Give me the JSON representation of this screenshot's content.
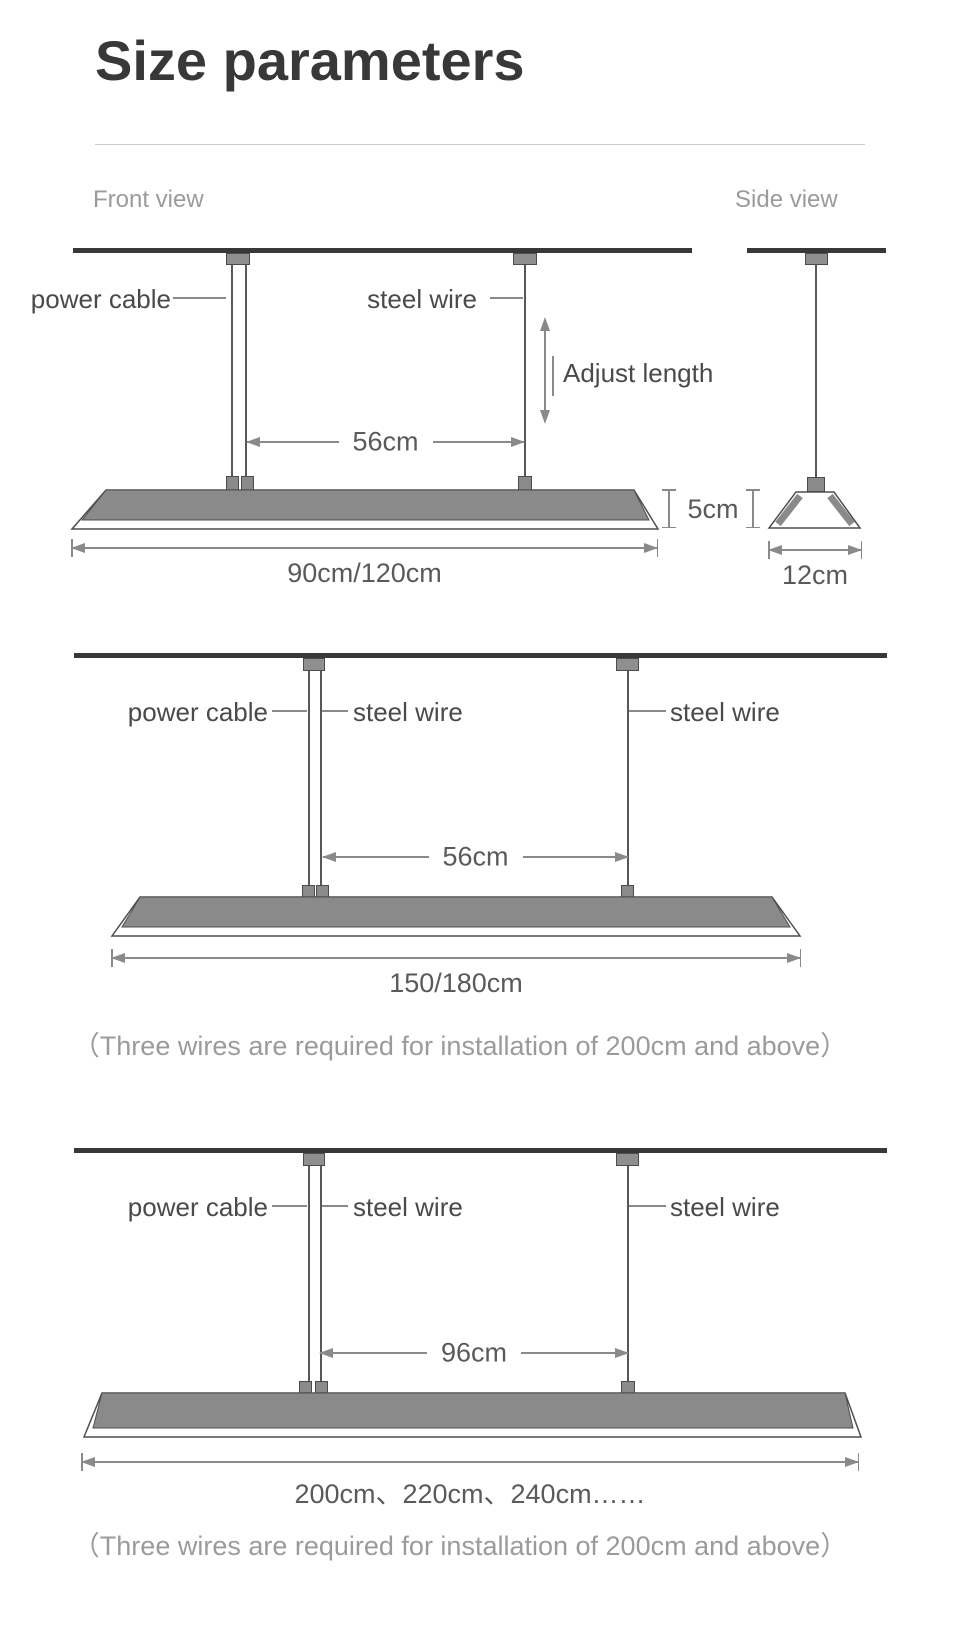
{
  "title": "Size parameters",
  "front_view_label": "Front view",
  "side_view_label": "Side view",
  "colors": {
    "ink": "#383838",
    "label_text": "#4a4a4a",
    "dim_text": "#5a5a5a",
    "muted_text": "#9b9b9b",
    "dim_line": "#8a8a8a",
    "lamp_fill": "#8a8a8a",
    "lamp_stroke": "#4f4f4f",
    "divider": "#cccccc"
  },
  "d1": {
    "power_cable": "power cable",
    "steel_wire": "steel wire",
    "adjust": "Adjust length",
    "gap": "56cm",
    "height": "5cm",
    "width": "90cm/120cm",
    "side_width": "12cm"
  },
  "d2": {
    "power_cable": "power cable",
    "steel_wire_left": "steel wire",
    "steel_wire_right": "steel wire",
    "gap": "56cm",
    "width": "150/180cm",
    "note": "（Three wires are required for installation of 200cm and above）"
  },
  "d3": {
    "power_cable": "power cable",
    "steel_wire_left": "steel wire",
    "steel_wire_right": "steel wire",
    "gap": "96cm",
    "width": "200cm、220cm、240cm……",
    "note": "（Three wires are required for installation of 200cm and above）"
  }
}
